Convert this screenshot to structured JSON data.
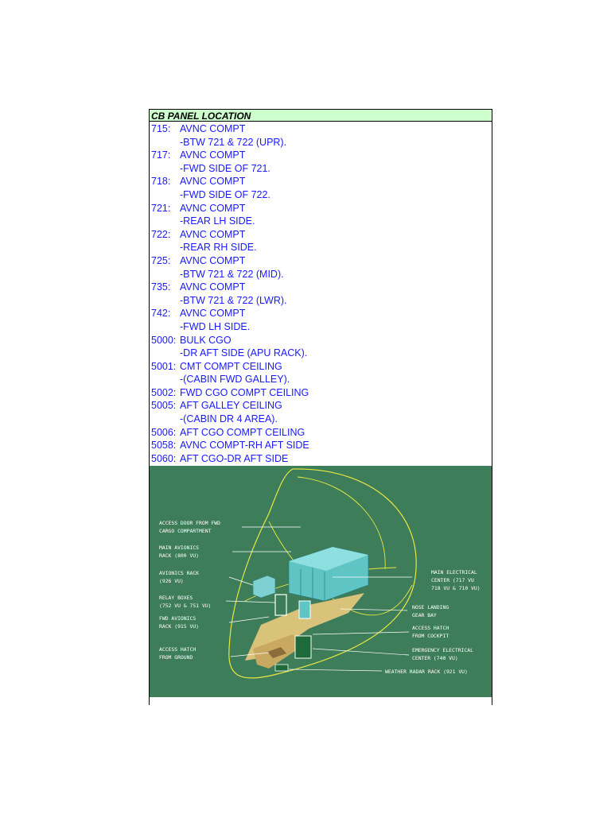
{
  "table": {
    "header": "CB PANEL LOCATION",
    "rows": [
      {
        "code": "715:",
        "text": "AVNC COMPT"
      },
      {
        "code": "",
        "text": "-BTW 721 & 722 (UPR)."
      },
      {
        "code": "717:",
        "text": "AVNC COMPT"
      },
      {
        "code": "",
        "text": "-FWD SIDE OF 721."
      },
      {
        "code": "718:",
        "text": "AVNC COMPT"
      },
      {
        "code": "",
        "text": "-FWD SIDE OF 722."
      },
      {
        "code": "721:",
        "text": "AVNC COMPT"
      },
      {
        "code": "",
        "text": "-REAR LH SIDE."
      },
      {
        "code": "722:",
        "text": "AVNC COMPT"
      },
      {
        "code": "",
        "text": "-REAR RH SIDE."
      },
      {
        "code": "725:",
        "text": "AVNC COMPT"
      },
      {
        "code": "",
        "text": "-BTW 721 & 722 (MID)."
      },
      {
        "code": "735:",
        "text": "AVNC COMPT"
      },
      {
        "code": "",
        "text": "-BTW 721 & 722 (LWR)."
      },
      {
        "code": "742:",
        "text": "AVNC COMPT"
      },
      {
        "code": "",
        "text": "-FWD LH SIDE."
      },
      {
        "code": "5000:",
        "text": "BULK CGO"
      },
      {
        "code": "",
        "text": "-DR AFT SIDE (APU RACK)."
      },
      {
        "code": "5001:",
        "text": "CMT COMPT CEILING"
      },
      {
        "code": "",
        "text": "-(CABIN FWD GALLEY)."
      },
      {
        "code": "5002:",
        "text": "FWD CGO COMPT CEILING"
      },
      {
        "code": "5005:",
        "text": "AFT GALLEY CEILING"
      },
      {
        "code": "",
        "text": "-(CABIN DR 4 AREA)."
      },
      {
        "code": "5006:",
        "text": "AFT CGO COMPT CEILING"
      },
      {
        "code": "5058:",
        "text": "AVNC COMPT-RH AFT SIDE"
      },
      {
        "code": "5060:",
        "text": "AFT CGO-DR AFT SIDE"
      }
    ]
  },
  "figure": {
    "left_labels": [
      [
        "ACCESS DOOR FROM FWD",
        "CARGO COMPARTMENT"
      ],
      [
        "MAIN AVIONICS",
        "RACK (800 VU)"
      ],
      [
        "AVIONICS RACK",
        "(926 VU)"
      ],
      [
        "RELAY BOXES",
        "(752 VU & 751 VU)"
      ],
      [
        "FWD AVIONICS",
        "RACK (915 VU)"
      ],
      [
        "ACCESS HATCH",
        "FROM GROUND"
      ]
    ],
    "right_labels": [
      [
        "MAIN ELECTRICAL",
        "CENTER (717 VU",
        "718 VU & 710 VU)"
      ],
      [
        "NOSE LANDING",
        "GEAR BAY"
      ],
      [
        "ACCESS HATCH",
        "FROM COCKPIT"
      ],
      [
        "EMERGENCY ELECTRICAL",
        "CENTER (740 VU)"
      ],
      [
        "WEATHER RADAR RACK (921 VU)"
      ]
    ]
  }
}
